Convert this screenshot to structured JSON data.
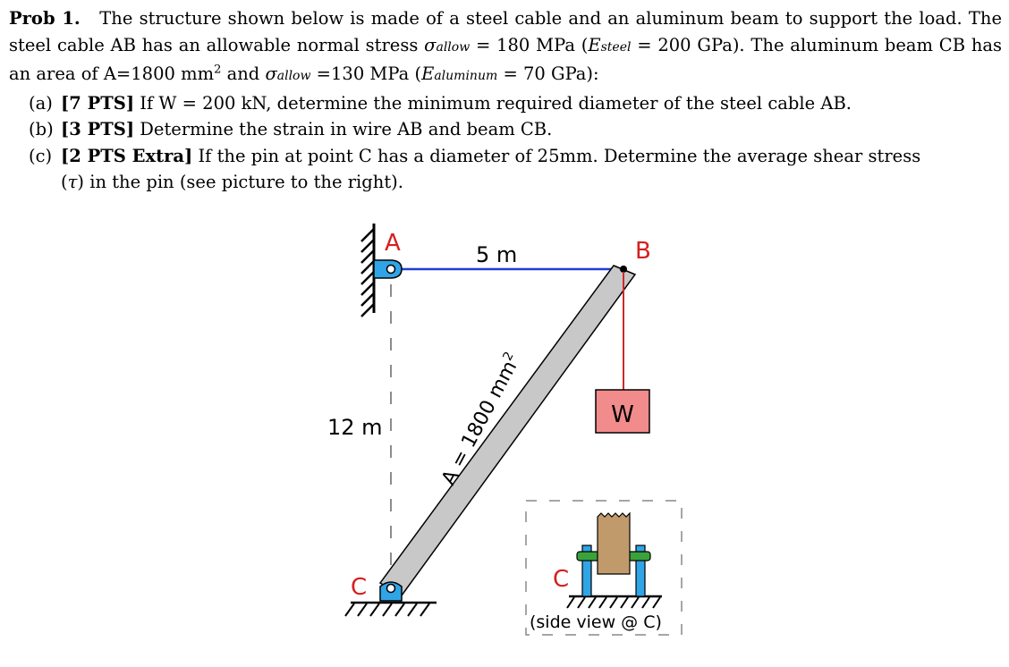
{
  "problem": {
    "title": "Prob 1.",
    "intro_1": "The structure shown below is made of a steel cable and an aluminum beam to support the load.",
    "intro_2a": "The steel cable AB has an allowable normal stress",
    "sigma": "σ",
    "allow_sub": "allow",
    "intro_2b": "= 180 MPa (",
    "E": "E",
    "steel_sub": "steel",
    "intro_2c": "= 200 GPa). The aluminum",
    "intro_3a": "beam CB has an area of A=1800 mm",
    "intro_3sup": "2",
    "intro_3b": "and",
    "intro_3c": "=130 MPa (",
    "aluminum_sub": "aluminum",
    "intro_3d": "= 70 GPa):",
    "items": [
      {
        "tag": "(a)",
        "pts": "[7 PTS]",
        "text": "If W = 200 kN, determine the minimum required diameter of the steel cable AB."
      },
      {
        "tag": "(b)",
        "pts": "[3 PTS]",
        "text": "Determine the strain in wire AB and beam CB."
      },
      {
        "tag": "(c)",
        "pts": "[2 PTS Extra]",
        "text": "If the pin at point C has a diameter of 25mm. Determine the average shear stress"
      }
    ],
    "item_c_cont_a": "(",
    "tau": "τ",
    "item_c_cont_b": ") in the pin (see picture to the right)."
  },
  "diagram": {
    "label_A": "A",
    "label_B": "B",
    "label_C": "C",
    "label_C_side": "C",
    "dim_horizontal": "5 m",
    "dim_vertical": "12 m",
    "beam_area": "A = 1800 mm",
    "beam_area_sup": "2",
    "load_label": "W",
    "side_view_label": "(side view @ C)",
    "colors": {
      "cable": "#1f3fd6",
      "beam_fill": "#c8c8c8",
      "load_fill": "#f28b8b",
      "hang_line": "#cc2a2a",
      "label_red": "#d42020",
      "support_blue": "#2fa4e7",
      "pin_green": "#3aa23a",
      "block_brown": "#c19a6b"
    }
  }
}
